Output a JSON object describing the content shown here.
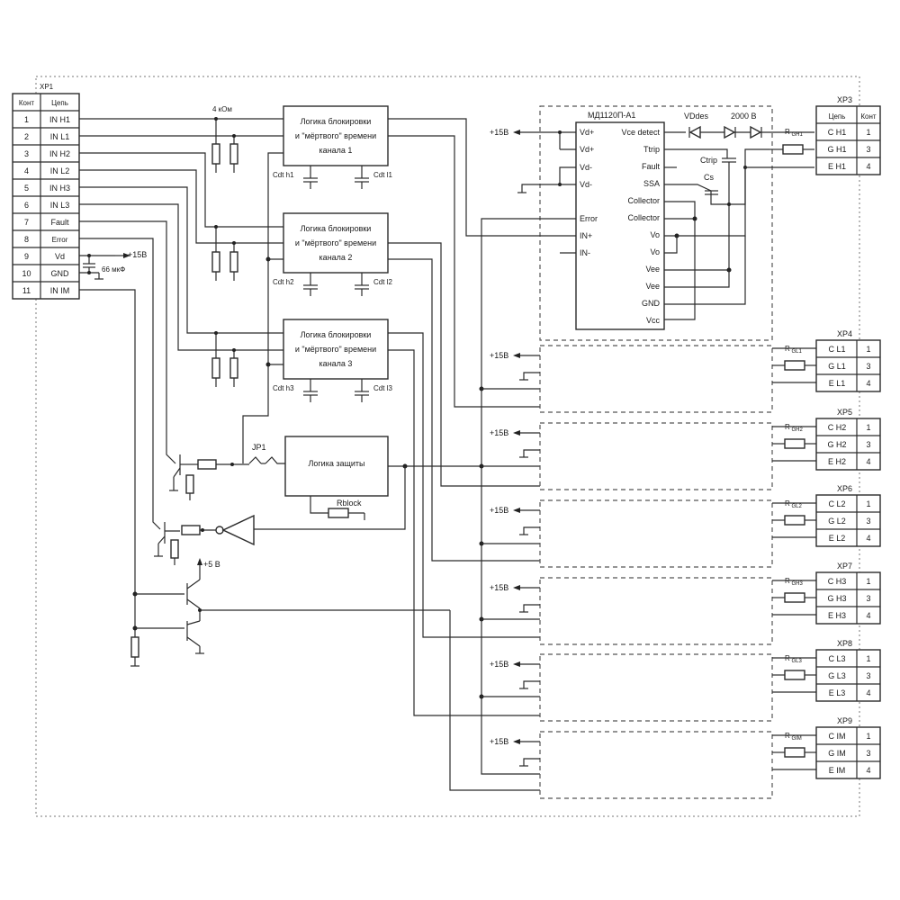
{
  "xp1": {
    "title": "XP1",
    "header_pin": "Конт",
    "header_net": "Цепь",
    "rows": [
      {
        "pin": "1",
        "net": "IN H1"
      },
      {
        "pin": "2",
        "net": "IN L1"
      },
      {
        "pin": "3",
        "net": "IN H2"
      },
      {
        "pin": "4",
        "net": "IN L2"
      },
      {
        "pin": "5",
        "net": "IN H3"
      },
      {
        "pin": "6",
        "net": "IN L3"
      },
      {
        "pin": "7",
        "net": "Fault"
      },
      {
        "pin": "8",
        "net": "Error"
      },
      {
        "pin": "9",
        "net": "Vd"
      },
      {
        "pin": "10",
        "net": "GND"
      },
      {
        "pin": "11",
        "net": "IN IM"
      }
    ]
  },
  "supply_15v_xp1": "+15В",
  "cap_66": "66 мкФ",
  "resistor_4k": "4 кОм",
  "logic_blocks": [
    {
      "line1": "Логика блокировки",
      "line2": "и \"мёртвого\" времени",
      "line3": "канала 1",
      "cap_h": "Cdt h1",
      "cap_l": "Cdt l1"
    },
    {
      "line1": "Логика блокировки",
      "line2": "и \"мёртвого\" времени",
      "line3": "канала 2",
      "cap_h": "Cdt h2",
      "cap_l": "Cdt l2"
    },
    {
      "line1": "Логика блокировки",
      "line2": "и \"мёртвого\" времени",
      "line3": "канала 3",
      "cap_h": "Cdt h3",
      "cap_l": "Cdt l3"
    }
  ],
  "protection": {
    "label": "Логика защиты",
    "jumper": "JP1",
    "rblock": "Rblock"
  },
  "plus5": "+5 В",
  "driver": {
    "title": "МД1120П-А1",
    "left_pins": [
      "Vd+",
      "Vd+",
      "Vd-",
      "Vd-",
      "Error",
      "IN+",
      "IN-"
    ],
    "right_pins": [
      "Vce detect",
      "Ttrip",
      "Fault",
      "SSA",
      "Collector",
      "Collector",
      "Vo",
      "Vo",
      "Vee",
      "Vee",
      "GND",
      "Vcc"
    ],
    "vddes": "VDdes",
    "v2000": "2000 В",
    "ctrip": "Ctrip",
    "cs": "Cs"
  },
  "driver_supply": "+15В",
  "sub_supplies": [
    "+15В",
    "+15В",
    "+15В",
    "+15В",
    "+15В",
    "+15В"
  ],
  "outputs": [
    {
      "title": "XP3",
      "header_net": "Цепь",
      "header_pin": "Конт",
      "r_main": "R",
      "r_sub": "GH1",
      "rows": [
        {
          "net": "C H1",
          "pin": "1"
        },
        {
          "net": "G H1",
          "pin": "3"
        },
        {
          "net": "E H1",
          "pin": "4"
        }
      ]
    },
    {
      "title": "XP4",
      "r_main": "R",
      "r_sub": "GL1",
      "rows": [
        {
          "net": "C L1",
          "pin": "1"
        },
        {
          "net": "G L1",
          "pin": "3"
        },
        {
          "net": "E L1",
          "pin": "4"
        }
      ]
    },
    {
      "title": "XP5",
      "r_main": "R",
      "r_sub": "GH2",
      "rows": [
        {
          "net": "C H2",
          "pin": "1"
        },
        {
          "net": "G H2",
          "pin": "3"
        },
        {
          "net": "E H2",
          "pin": "4"
        }
      ]
    },
    {
      "title": "XP6",
      "r_main": "R",
      "r_sub": "GL2",
      "rows": [
        {
          "net": "C L2",
          "pin": "1"
        },
        {
          "net": "G L2",
          "pin": "3"
        },
        {
          "net": "E L2",
          "pin": "4"
        }
      ]
    },
    {
      "title": "XP7",
      "r_main": "R",
      "r_sub": "GH3",
      "rows": [
        {
          "net": "C H3",
          "pin": "1"
        },
        {
          "net": "G H3",
          "pin": "3"
        },
        {
          "net": "E H3",
          "pin": "4"
        }
      ]
    },
    {
      "title": "XP8",
      "r_main": "R",
      "r_sub": "GL3",
      "rows": [
        {
          "net": "C L3",
          "pin": "1"
        },
        {
          "net": "G L3",
          "pin": "3"
        },
        {
          "net": "E L3",
          "pin": "4"
        }
      ]
    },
    {
      "title": "XP9",
      "r_main": "R",
      "r_sub": "GIM",
      "rows": [
        {
          "net": "C IM",
          "pin": "1"
        },
        {
          "net": "G IM",
          "pin": "3"
        },
        {
          "net": "E IM",
          "pin": "4"
        }
      ]
    }
  ]
}
